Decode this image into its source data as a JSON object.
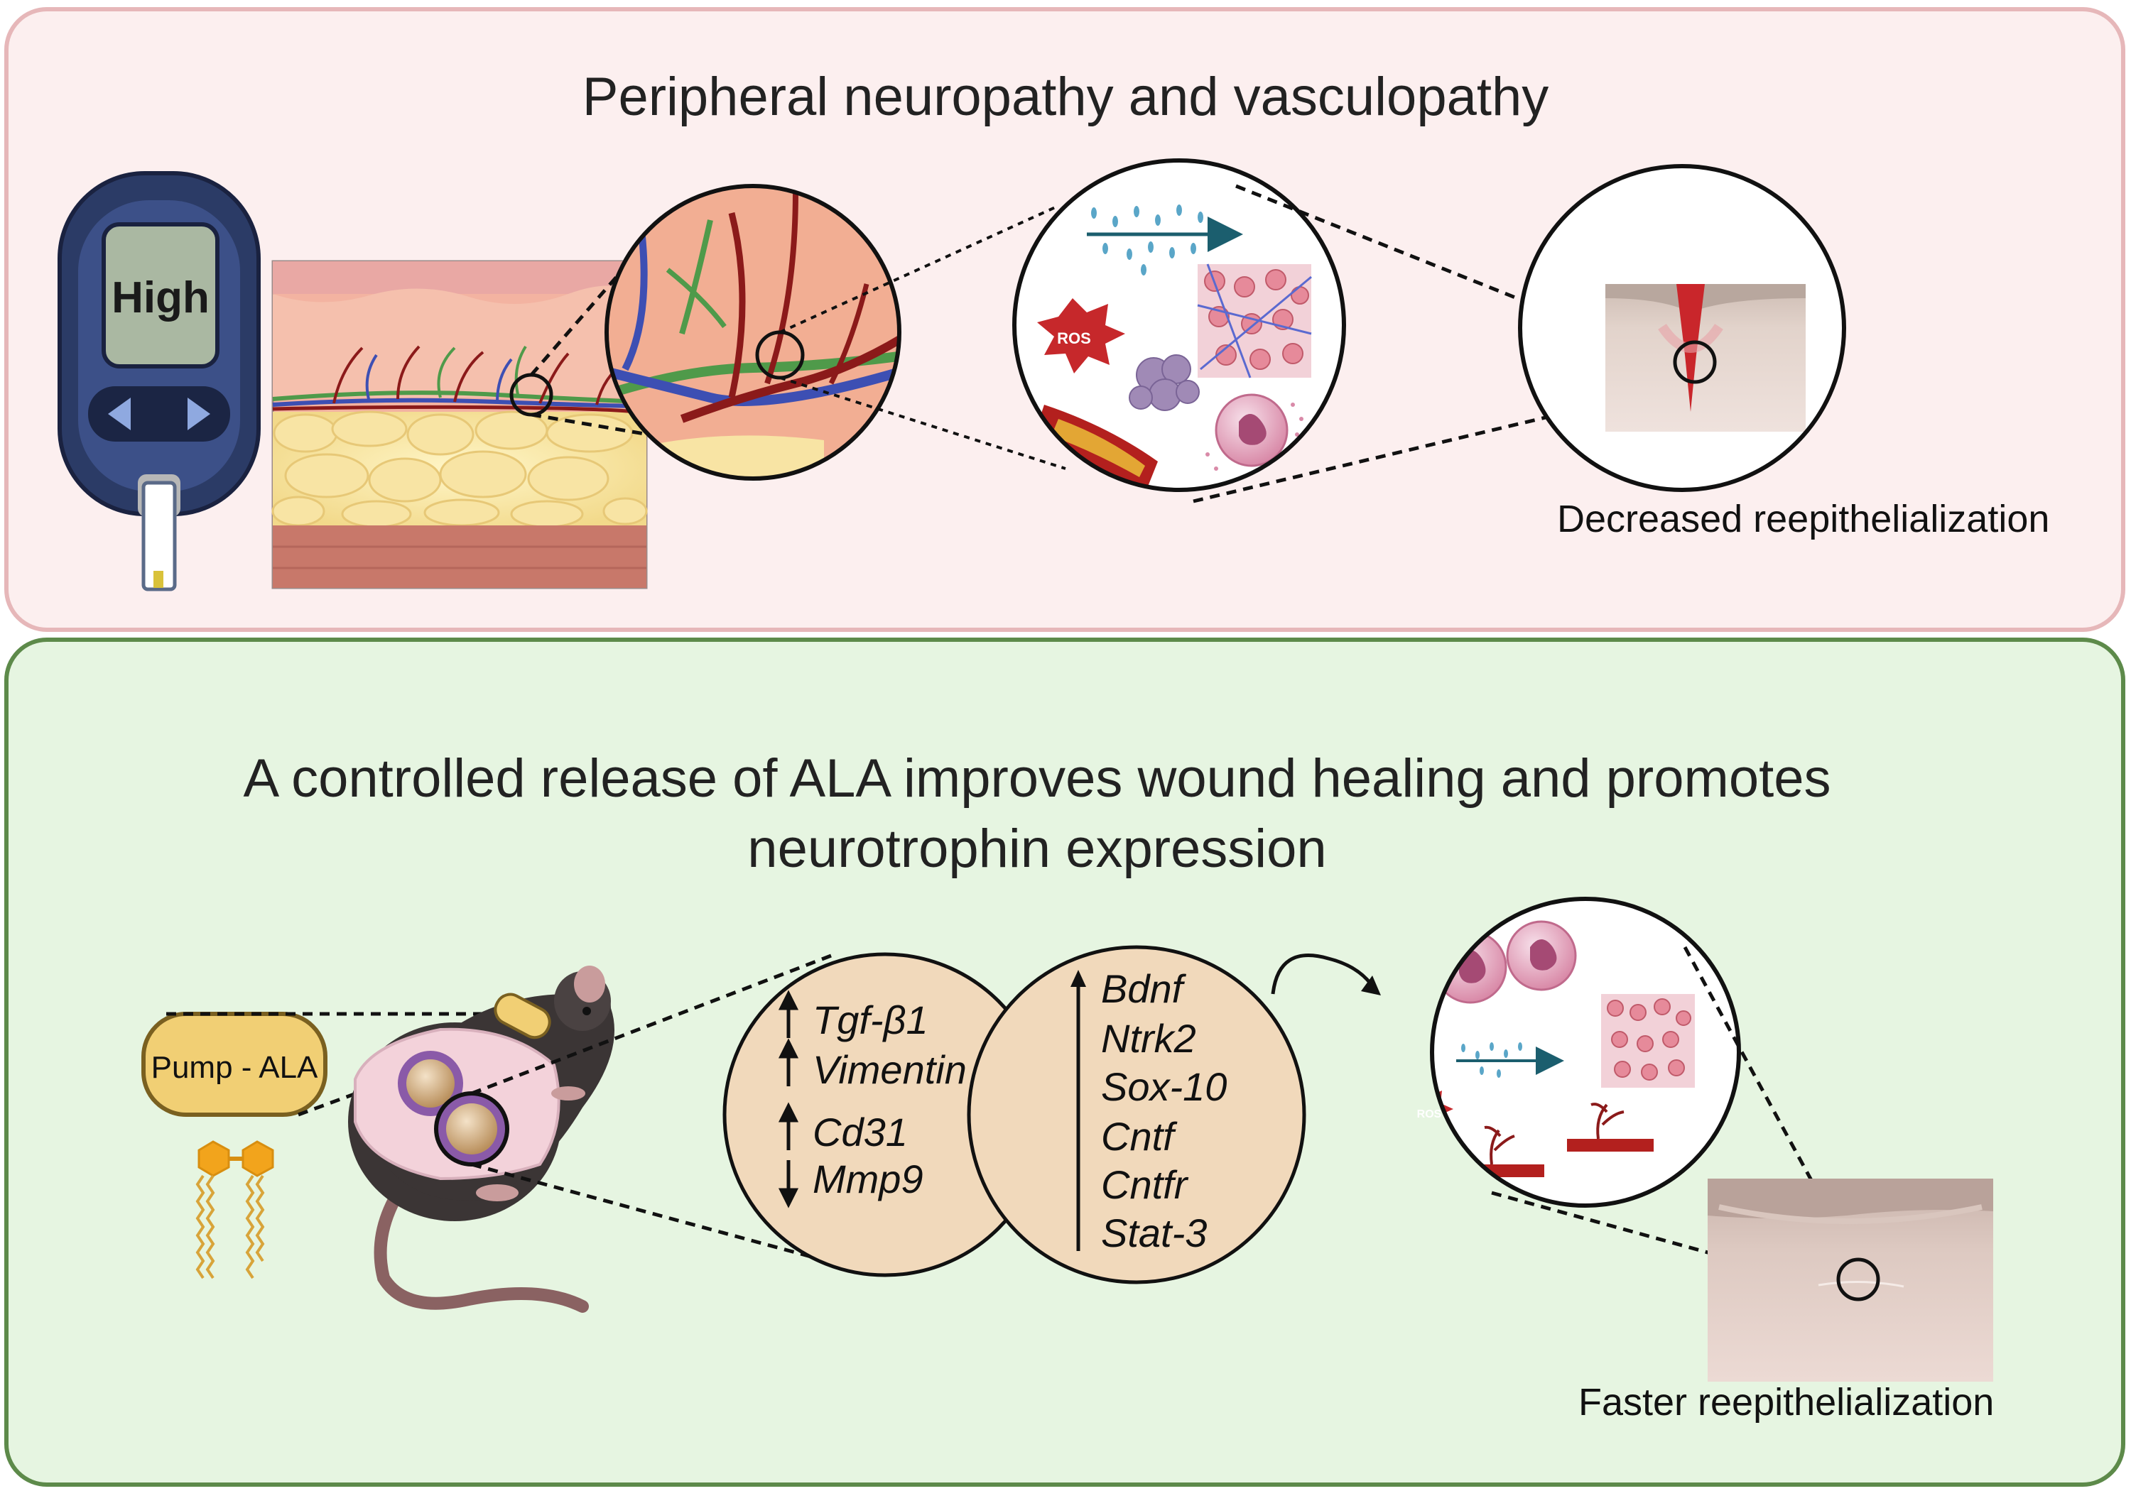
{
  "top_panel": {
    "title": "Peripheral neuropathy and vasculopathy",
    "glucometer_display": "High",
    "ros_label": "ROS",
    "caption": "Decreased reepithelialization"
  },
  "bottom_panel": {
    "title_line1": "A controlled release of ALA improves wound healing and promotes",
    "title_line2": "neurotrophin expression",
    "pump_label": "Pump - ALA",
    "ros_label": "ROS",
    "left_circle_genes": [
      {
        "name": "Tgf-β1",
        "direction": "up"
      },
      {
        "name": "Vimentin",
        "direction": "up"
      },
      {
        "name": "Cd31",
        "direction": "up"
      },
      {
        "name": "Mmp9",
        "direction": "down"
      }
    ],
    "right_circle_genes": [
      "Bdnf",
      "Ntrk2",
      "Sox-10",
      "Cntf",
      "Cntfr",
      "Stat-3"
    ],
    "right_circle_direction": "up",
    "caption": "Faster reepithelialization"
  },
  "colors": {
    "top_bg": "#fcefef",
    "top_border": "#e6b7b9",
    "bottom_bg": "#e6f5e1",
    "bottom_border": "#5d8a4a",
    "gene_circle": "#f1d9bb",
    "pump": "#f1cf74",
    "vessel_red": "#8b1a1a",
    "vessel_blue": "#3d4fb3",
    "nerve_green": "#4f9a4a"
  }
}
